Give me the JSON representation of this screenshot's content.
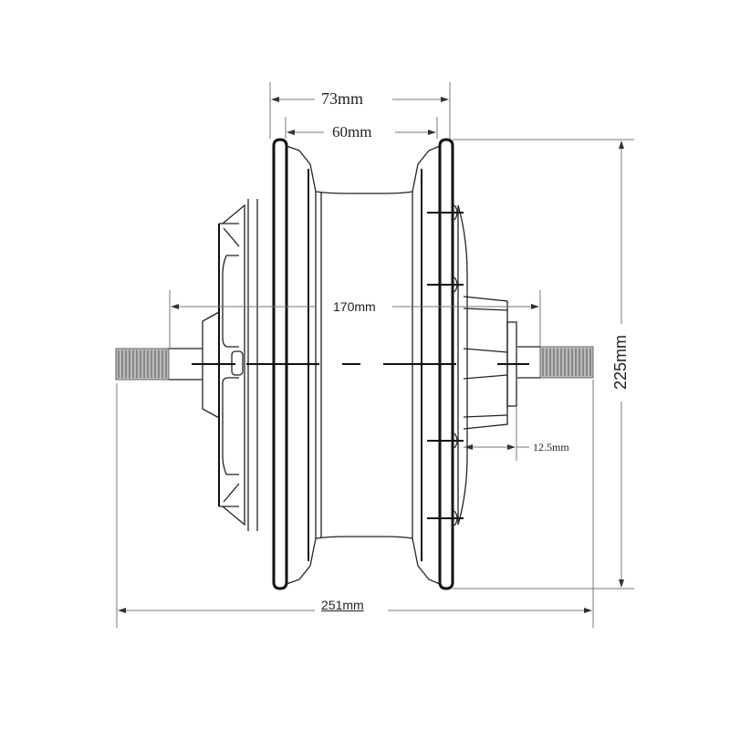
{
  "diagram": {
    "subject": "hub motor dimension drawing",
    "dimensions": {
      "flange_outer_width": {
        "label": "73mm",
        "value": 73,
        "unit": "mm"
      },
      "flange_inner_width": {
        "label": "60mm",
        "value": 60,
        "unit": "mm"
      },
      "dropout_spacing": {
        "label": "170mm",
        "value": 170,
        "unit": "mm"
      },
      "overall_diameter": {
        "label": "225mm",
        "value": 225,
        "unit": "mm"
      },
      "axle_offset": {
        "label": "12.5mm",
        "value": 12.5,
        "unit": "mm"
      },
      "overall_axle_length": {
        "label": "251mm",
        "value": 251,
        "unit": "mm"
      }
    },
    "colors": {
      "line": "#111111",
      "dimension_line": "#777777",
      "background": "#ffffff"
    }
  }
}
